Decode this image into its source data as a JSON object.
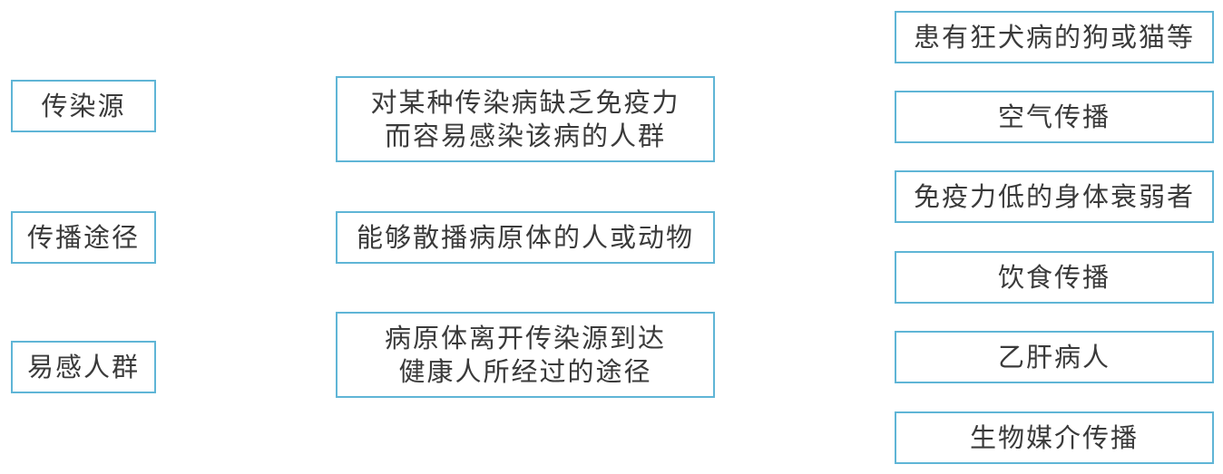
{
  "left_column": [
    {
      "label": "传染源"
    },
    {
      "label": "传播途径"
    },
    {
      "label": "易感人群"
    }
  ],
  "middle_column": [
    {
      "lines": [
        "对某种传染病缺乏免疫力",
        "而容易感染该病的人群"
      ]
    },
    {
      "lines": [
        "能够散播病原体的人或动物"
      ]
    },
    {
      "lines": [
        "病原体离开传染源到达",
        "健康人所经过的途径"
      ]
    }
  ],
  "right_column": [
    {
      "label": "患有狂犬病的狗或猫等"
    },
    {
      "label": "空气传播"
    },
    {
      "label": "免疫力低的身体衰弱者"
    },
    {
      "label": "饮食传播"
    },
    {
      "label": "乙肝病人"
    },
    {
      "label": "生物媒介传播"
    }
  ],
  "colors": {
    "box_border": "#5fb5d6",
    "text": "#3a3a3a"
  }
}
